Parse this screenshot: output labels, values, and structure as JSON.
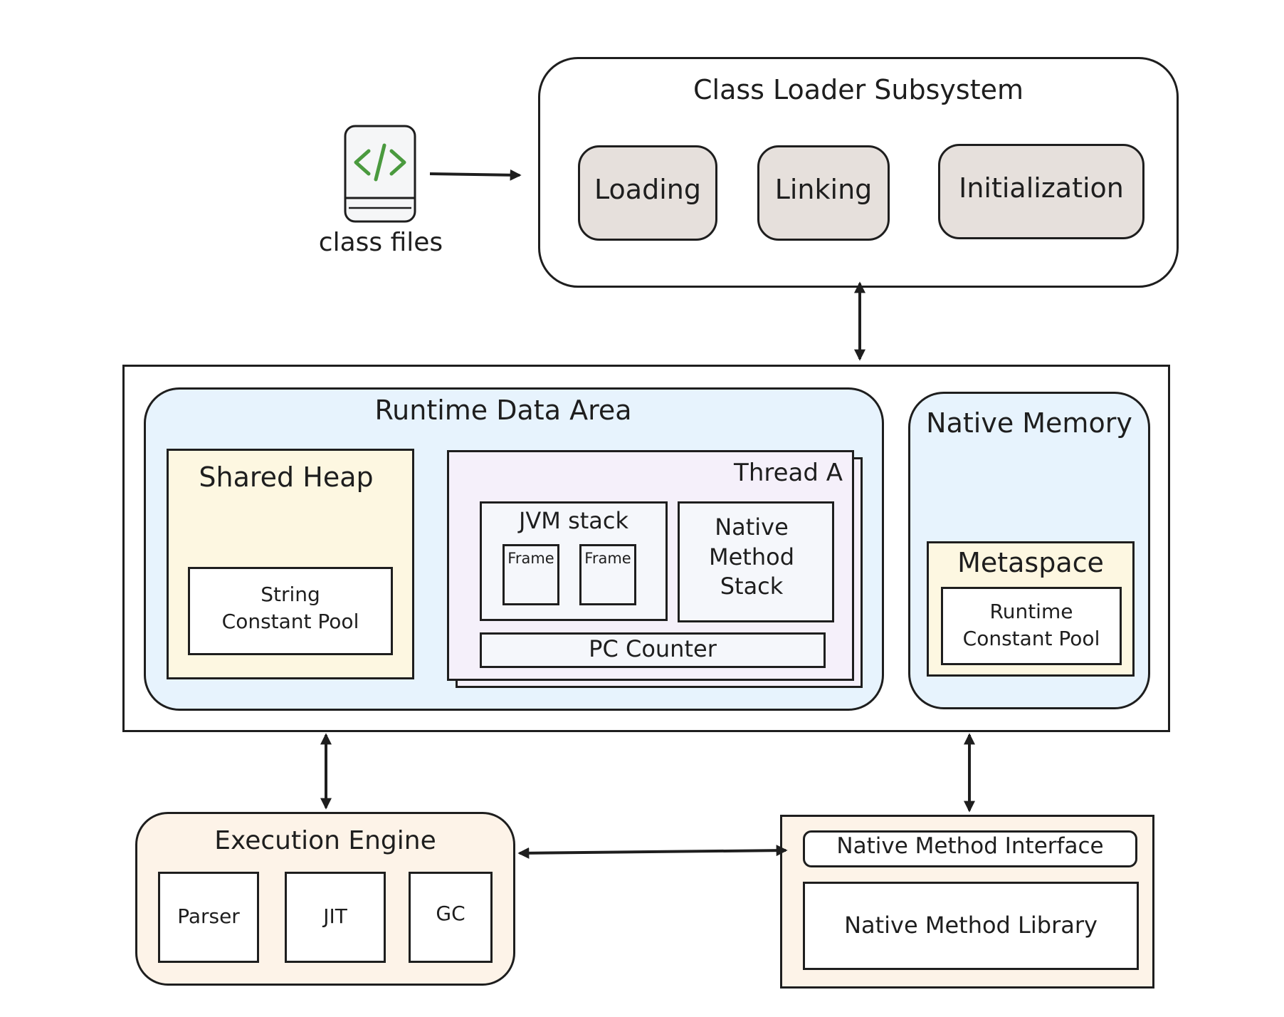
{
  "class_files": {
    "label": "class files",
    "icon": "code-file-icon",
    "icon_color": "#4a9a3e"
  },
  "class_loader": {
    "title": "Class Loader Subsystem",
    "stages": [
      "Loading",
      "Linking",
      "Initialization"
    ]
  },
  "runtime_data_area": {
    "title": "Runtime Data Area",
    "shared_heap": {
      "title": "Shared Heap",
      "string_pool": "String\nConstant Pool"
    },
    "thread": {
      "title": "Thread A",
      "jvm_stack": {
        "title": "JVM stack",
        "frames": [
          "Frame",
          "Frame"
        ]
      },
      "native_method_stack": "Native\nMethod\nStack",
      "pc_counter": "PC Counter"
    }
  },
  "native_memory": {
    "title": "Native Memory",
    "metaspace": {
      "title": "Metaspace",
      "runtime_pool": "Runtime\nConstant Pool"
    }
  },
  "execution_engine": {
    "title": "Execution Engine",
    "components": [
      "Parser",
      "JIT",
      "GC"
    ]
  },
  "native_interface": {
    "interface": "Native Method Interface",
    "library": "Native Method Library"
  },
  "colors": {
    "stroke": "#1e1e1e",
    "loader_stage_fill": "#e6e0dc",
    "runtime_fill": "#e7f3fd",
    "heap_fill": "#fdf7e1",
    "thread_fill": "#f5f0fa",
    "thread_inner_fill": "#f5f7fb",
    "engine_fill": "#fdf3e8"
  }
}
